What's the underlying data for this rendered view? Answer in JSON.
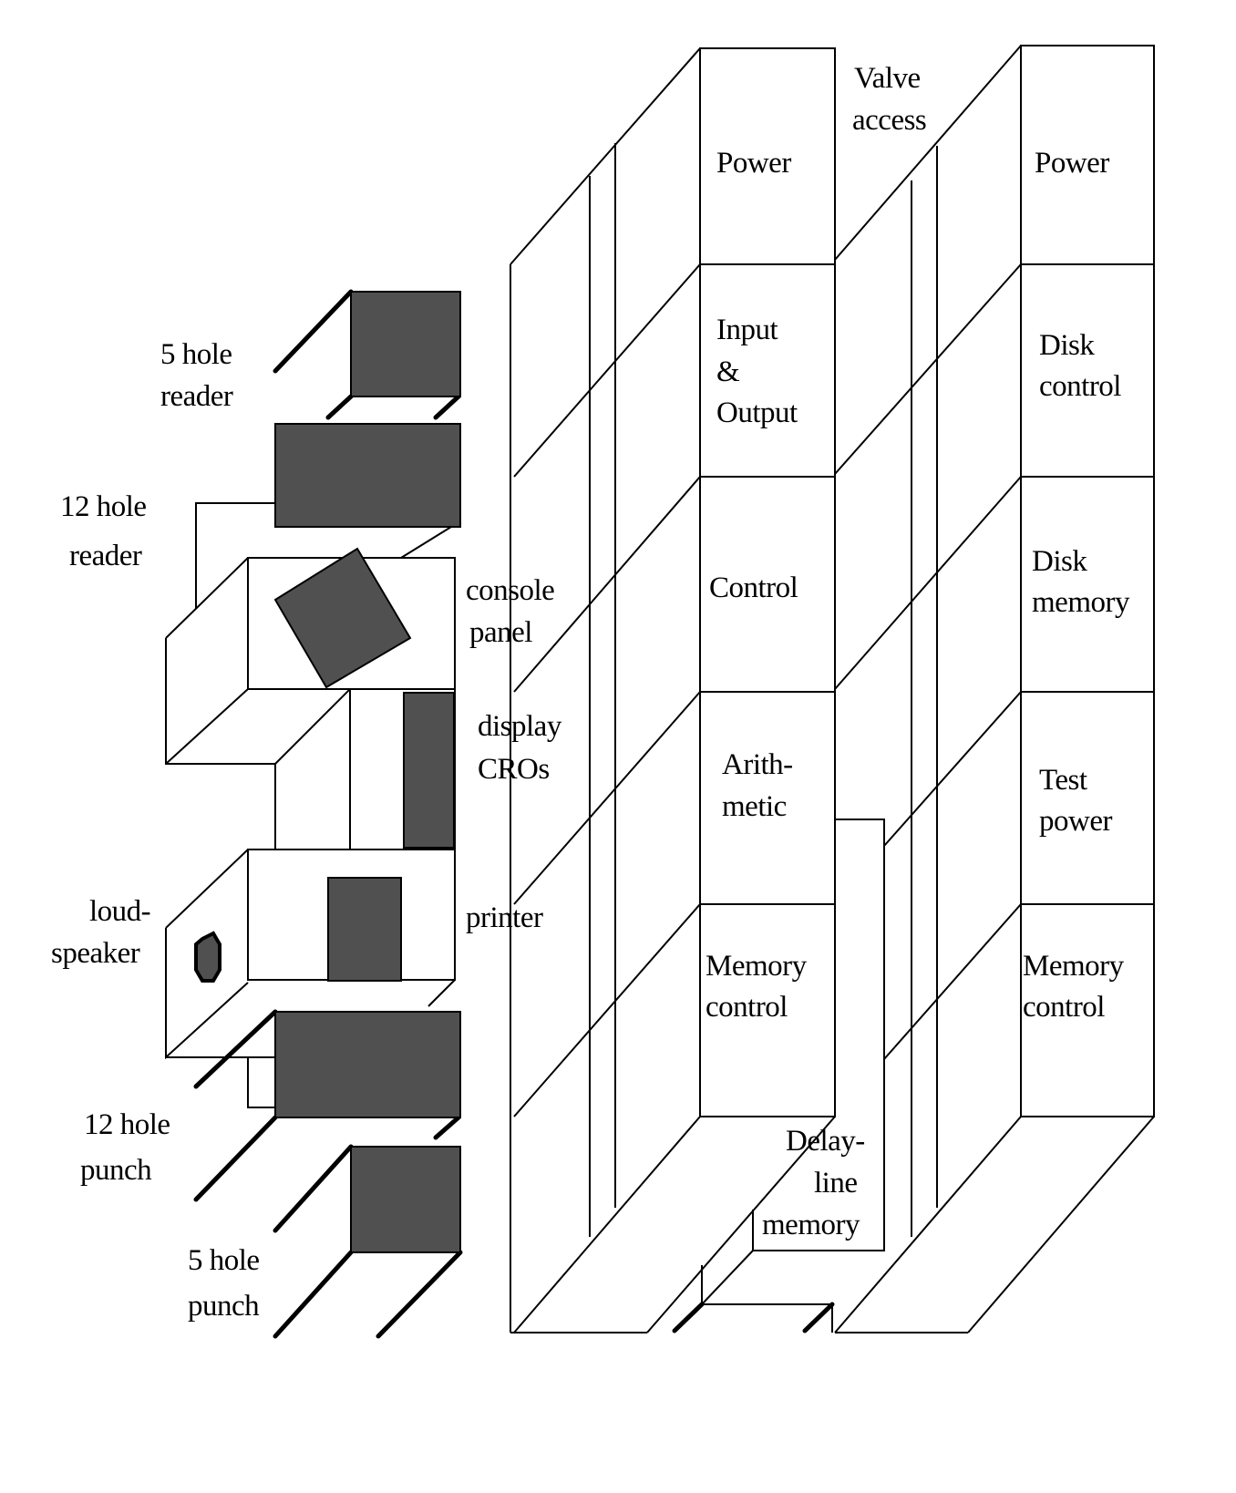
{
  "labels": {
    "valve_access": [
      "Valve",
      "access"
    ],
    "power_left": [
      "Power"
    ],
    "input_output": [
      "Input",
      "&",
      "Output"
    ],
    "control": [
      "Control"
    ],
    "arithmetic": [
      "Arith-",
      "metic"
    ],
    "memory_control_left": [
      "Memory",
      "control"
    ],
    "power_right": [
      "Power"
    ],
    "disk_control": [
      "Disk",
      "control"
    ],
    "disk_memory": [
      "Disk",
      "memory"
    ],
    "test_power": [
      "Test",
      "power"
    ],
    "memory_control_right": [
      "Memory",
      "control"
    ],
    "delay_line_memory": [
      "Delay-",
      "line",
      "memory"
    ],
    "five_hole_reader": [
      "5 hole",
      "reader"
    ],
    "twelve_hole_reader": [
      "12 hole",
      "reader"
    ],
    "console_panel": [
      "console",
      "panel"
    ],
    "display_cros": [
      "display",
      "CROs"
    ],
    "printer": [
      "printer"
    ],
    "loudspeaker": [
      "loud-",
      "speaker"
    ],
    "twelve_hole_punch": [
      "12 hole",
      "punch"
    ],
    "five_hole_punch": [
      "5 hole",
      "punch"
    ]
  },
  "colors": {
    "line": "#000000",
    "equipment_fill": "#505050",
    "background": "#ffffff"
  }
}
